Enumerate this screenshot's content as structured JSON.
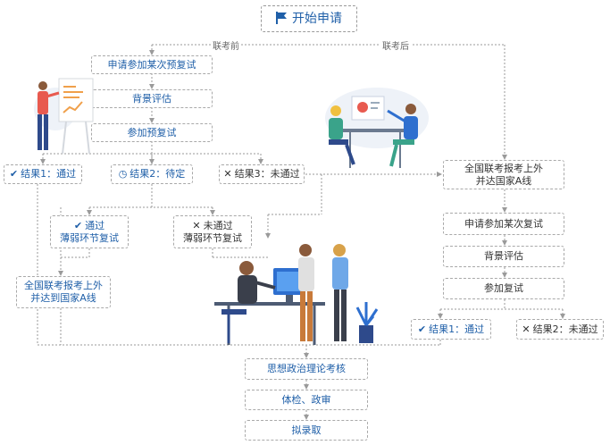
{
  "title": "开始申请",
  "branch_before": "联考前",
  "branch_after": "联考后",
  "left": {
    "apply": "申请参加某次预复试",
    "assess": "背景评估",
    "attend": "参加预复试",
    "result1": "结果1：通过",
    "result2": "结果2：待定",
    "result3": "结果3：未通过",
    "pass_line1": "通过",
    "pass_line2": "薄弱环节复试",
    "fail_line1": "未通过",
    "fail_line2": "薄弱环节复试",
    "national_line1": "全国联考报考上外",
    "national_line2": "并达到国家A线"
  },
  "right": {
    "national_line1": "全国联考报考上外",
    "national_line2": "并达国家A线",
    "apply": "申请参加某次复试",
    "assess": "背景评估",
    "attend": "参加复试",
    "result1": "结果1：通过",
    "result2": "结果2：未通过"
  },
  "bottom": {
    "politics": "思想政治理论考核",
    "medical": "体检、政审",
    "admit": "拟录取"
  },
  "colors": {
    "accent": "#1f5fa8",
    "border": "#a9a9a9",
    "line": "#9a9a9a"
  }
}
